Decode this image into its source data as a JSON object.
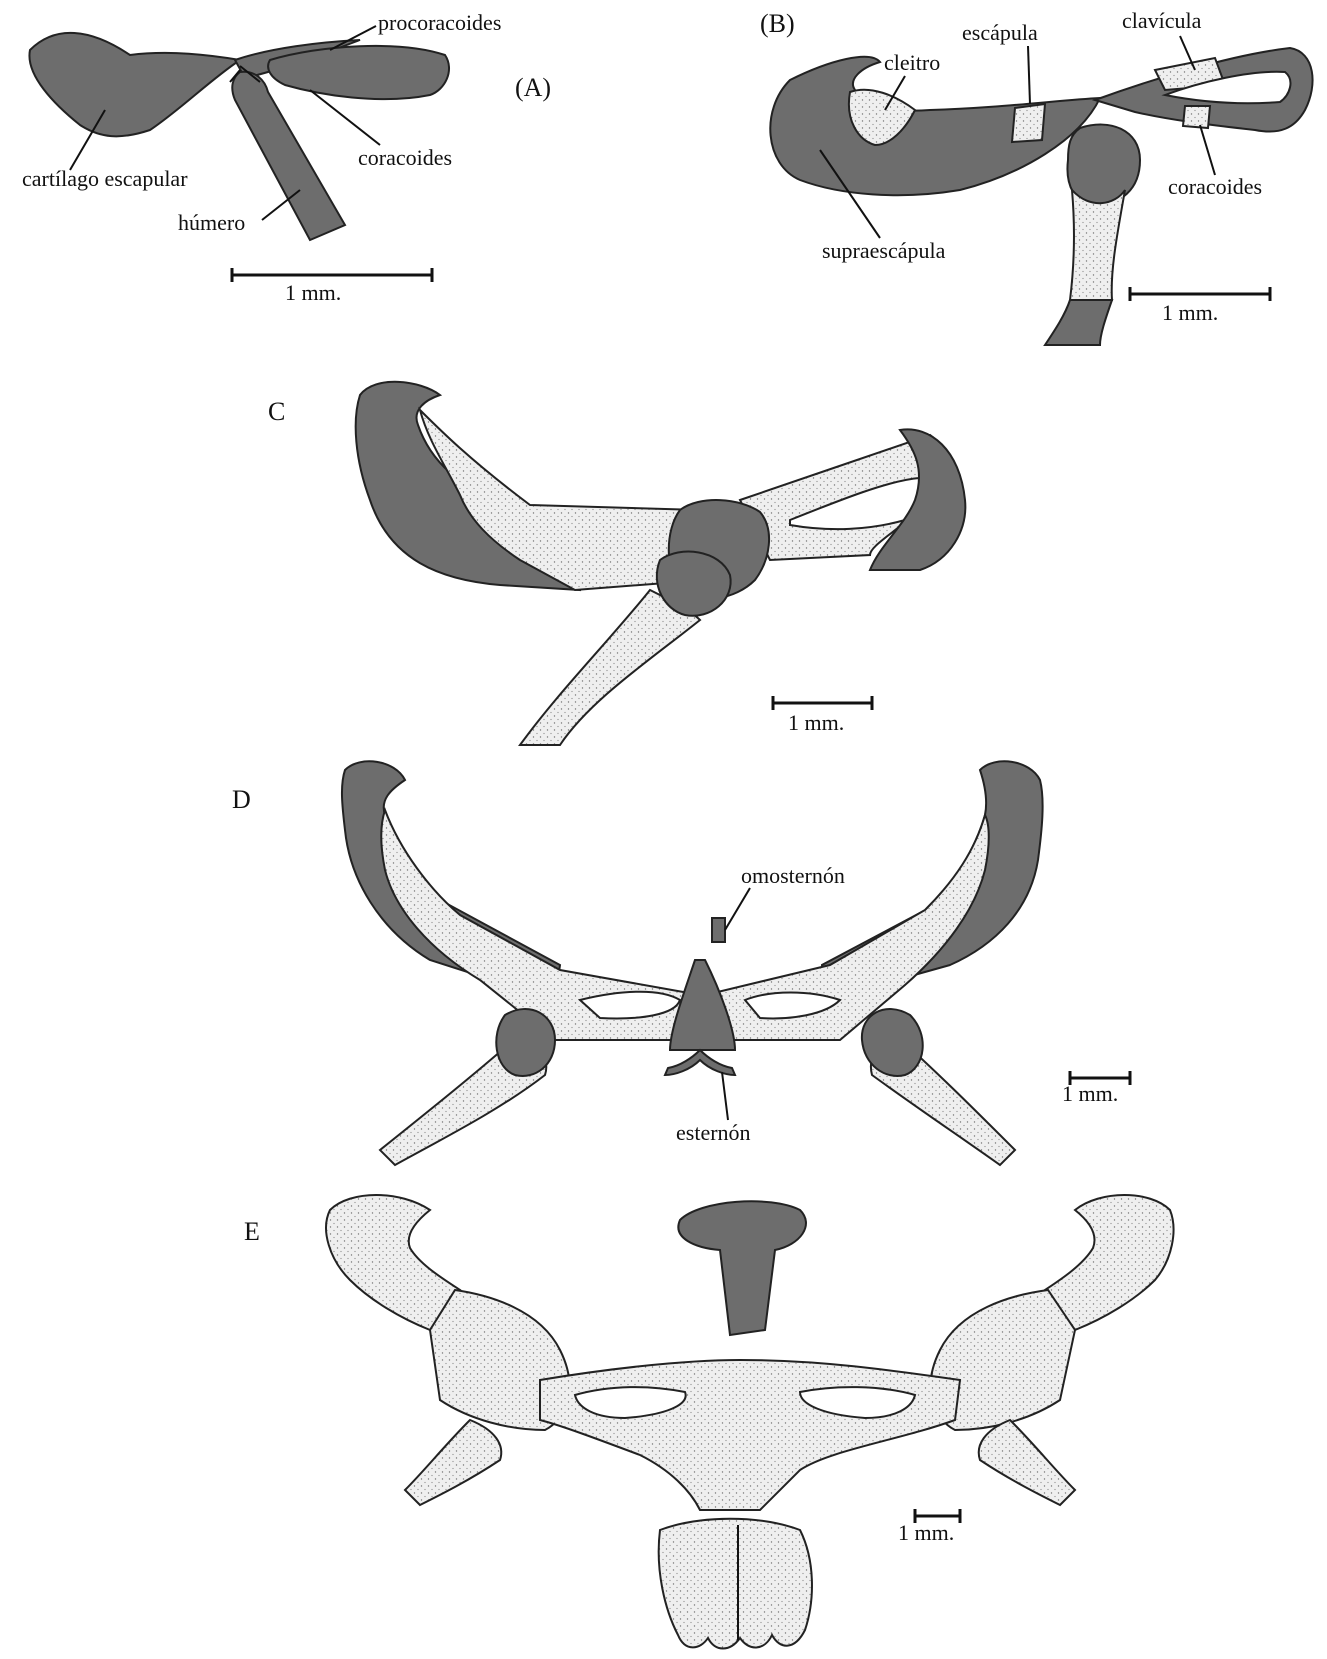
{
  "panels": {
    "a": {
      "letter": "(A)",
      "labels": {
        "procoracoides": "procoracoides",
        "cartilago": "cartílago escapular",
        "coracoides": "coracoides",
        "humero": "húmero"
      },
      "scale": "1 mm."
    },
    "b": {
      "letter": "(B)",
      "labels": {
        "escapula": "escápula",
        "clavicula": "clavícula",
        "cleitro": "cleitro",
        "coracoides": "coracoides",
        "supraescapula": "supraescápula"
      },
      "scale": "1 mm."
    },
    "c": {
      "letter": "C",
      "scale": "1 mm."
    },
    "d": {
      "letter": "D",
      "labels": {
        "omosternon": "omosternón",
        "esternon": "esternón"
      },
      "scale": "1 mm."
    },
    "e": {
      "letter": "E",
      "scale": "1 mm."
    }
  },
  "colors": {
    "cartilage": "#6d6d6d",
    "bone": "#ececec",
    "ink": "#222222"
  }
}
